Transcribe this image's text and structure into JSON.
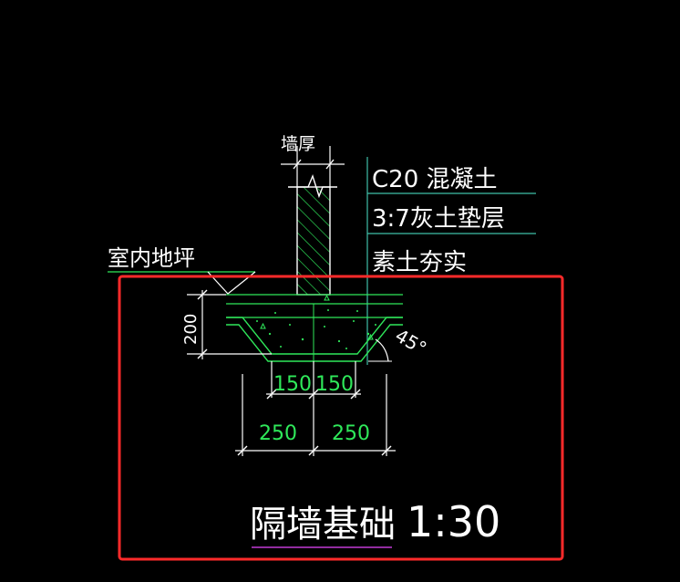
{
  "labels": {
    "wall_thickness": "墙厚",
    "material_1": "C20 混凝土",
    "material_2": "3:7灰土垫层",
    "material_3": "素土夯实",
    "floor_level": "室内地坪",
    "height_dim": "200",
    "angle": "45°",
    "dim_inner_left": "150",
    "dim_inner_right": "150",
    "dim_outer_left": "250",
    "dim_outer_right": "250",
    "title": "隔墙基础",
    "scale": "1:30"
  },
  "colors": {
    "background": "#000000",
    "line": "#ffffff",
    "green": "#2fe85a",
    "teal": "#3fbfa8",
    "highlight_box": "#ff2a2a",
    "title_underline": "#c23bd6"
  }
}
